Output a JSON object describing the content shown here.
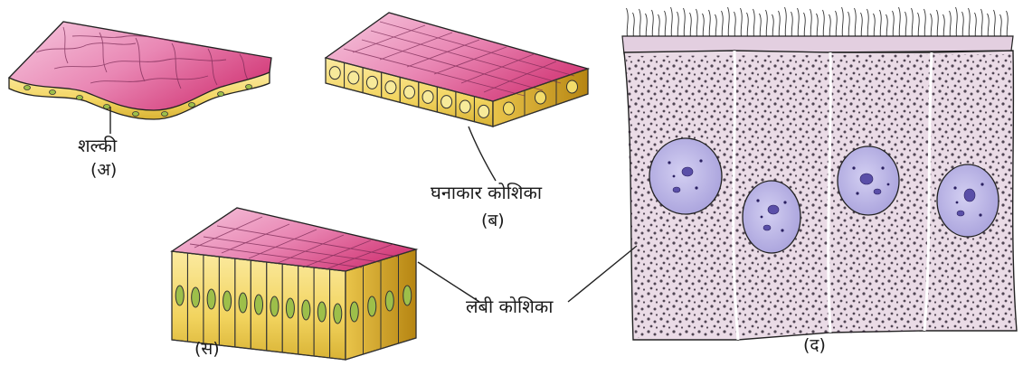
{
  "labels": {
    "squamous": "शल्की",
    "squamous_caption": "(अ)",
    "cuboidal": "घनाकार कोशिका",
    "cuboidal_caption": "(ब)",
    "columnar": "लंबी कोशिका",
    "columnar_caption": "(स)",
    "ciliated_caption": "(द)"
  },
  "colors": {
    "top_surface_light": "#f6c9df",
    "top_surface_dark": "#d8407e",
    "cell_side": "#f3d96a",
    "cell_side_dark": "#c79a1e",
    "nucleus_green": "#9dbf4a",
    "column_cell_fill": "#eadbe6",
    "cilia_band": "#e3cfe0",
    "big_nucleus": "#bcb6e6",
    "nucleus_dots": "#5a4fa8"
  }
}
